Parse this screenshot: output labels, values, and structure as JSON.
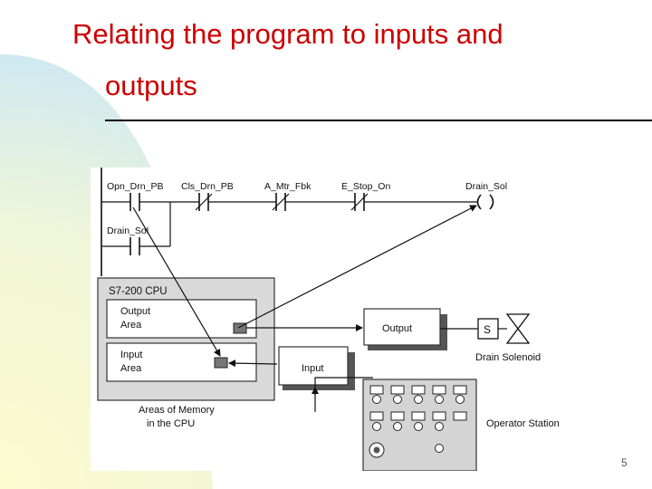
{
  "slide": {
    "title_line1": "Relating the program to inputs and",
    "title_line2": "outputs",
    "page_number": "5",
    "title_color": "#cc0000"
  },
  "ladder": {
    "contacts": [
      "Opn_Drn_PB",
      "Cls_Drn_PB",
      "A_Mtr_Fbk",
      "E_Stop_On"
    ],
    "coil": "Drain_Sol",
    "branch_contact": "Drain_Sol"
  },
  "cpu": {
    "title": "S7-200 CPU",
    "output_area_line1": "Output",
    "output_area_line2": "Area",
    "input_area_line1": "Input",
    "input_area_line2": "Area",
    "caption_line1": "Areas of Memory",
    "caption_line2": "in the CPU"
  },
  "modules": {
    "output": "Output",
    "input": "Input"
  },
  "devices": {
    "solenoid_symbol": "S",
    "solenoid_label": "Drain Solenoid",
    "operator_station_label": "Operator Station"
  }
}
